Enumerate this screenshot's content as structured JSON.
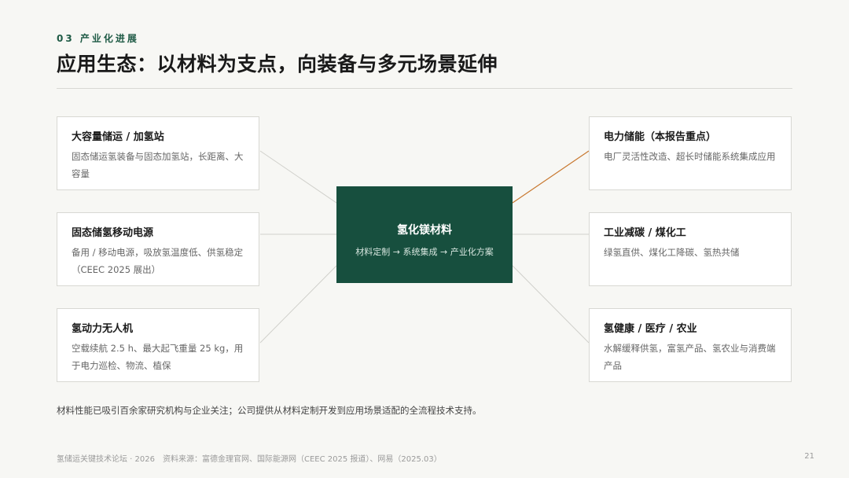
{
  "header": {
    "section_label": "03 产业化进展",
    "title": "应用生态：以材料为支点，向装备与多元场景延伸"
  },
  "center": {
    "title": "氢化镁材料",
    "subtitle": "材料定制 → 系统集成 → 产业化方案",
    "color": "#174f3e"
  },
  "left_cards": [
    {
      "title": "大容量储运 / 加氢站",
      "desc": "固态储运氢装备与固态加氢站，长距离、大容量"
    },
    {
      "title": "固态储氢移动电源",
      "desc": "备用 / 移动电源，吸放氢温度低、供氢稳定（CEEC 2025 展出）"
    },
    {
      "title": "氢动力无人机",
      "desc": "空载续航 2.5 h、最大起飞重量 25 kg，用于电力巡检、物流、植保"
    }
  ],
  "right_cards": [
    {
      "title": "电力储能（本报告重点）",
      "desc": "电厂灵活性改造、超长时储能系统集成应用",
      "highlight_color": "#c8782f"
    },
    {
      "title": "工业减碳 / 煤化工",
      "desc": "绿氢直供、煤化工降碳、氢热共储"
    },
    {
      "title": "氢健康 / 医疗 / 农业",
      "desc": "水解缓释供氢，富氢产品、氢农业与消费端产品"
    }
  ],
  "summary": "材料性能已吸引百余家研究机构与企业关注；公司提供从材料定制开发到应用场景适配的全流程技术支持。",
  "footer": {
    "source": "氢储运关键技术论坛 · 2026　资料来源：富德金理官网、国际能源网（CEEC 2025 报道）、网易（2025.03）",
    "page": "21"
  }
}
